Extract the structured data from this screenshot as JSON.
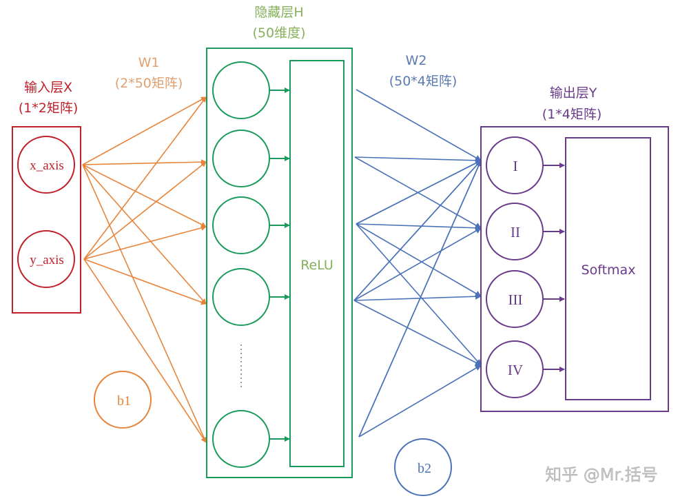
{
  "colors": {
    "input": "#c0202a",
    "w1": "#e8843a",
    "w1_label": "#e0a070",
    "hidden": "#1a9a5a",
    "hidden_label": "#86b05a",
    "w2": "#4a72b8",
    "w2_label": "#5a7ab0",
    "output": "#6a3a8a",
    "watermark": "#b8b8b8"
  },
  "input_layer": {
    "title": "输入层X",
    "subtitle": "(1*2矩阵)",
    "nodes": [
      "x_axis",
      "y_axis"
    ]
  },
  "weights1": {
    "title": "W1",
    "subtitle": "(2*50矩阵)"
  },
  "bias1": {
    "label": "b1"
  },
  "hidden_layer": {
    "title": "隐藏层H",
    "subtitle": "(50维度)",
    "activation": "ReLU",
    "visible_nodes": 5,
    "ellipsis": "⋮"
  },
  "weights2": {
    "title": "W2",
    "subtitle": "(50*4矩阵)"
  },
  "bias2": {
    "label": "b2"
  },
  "output_layer": {
    "title": "输出层Y",
    "subtitle": "(1*4矩阵)",
    "nodes": [
      "I",
      "II",
      "III",
      "IV"
    ],
    "activation": "Softmax"
  },
  "watermark": "知乎 @Mr.括号"
}
